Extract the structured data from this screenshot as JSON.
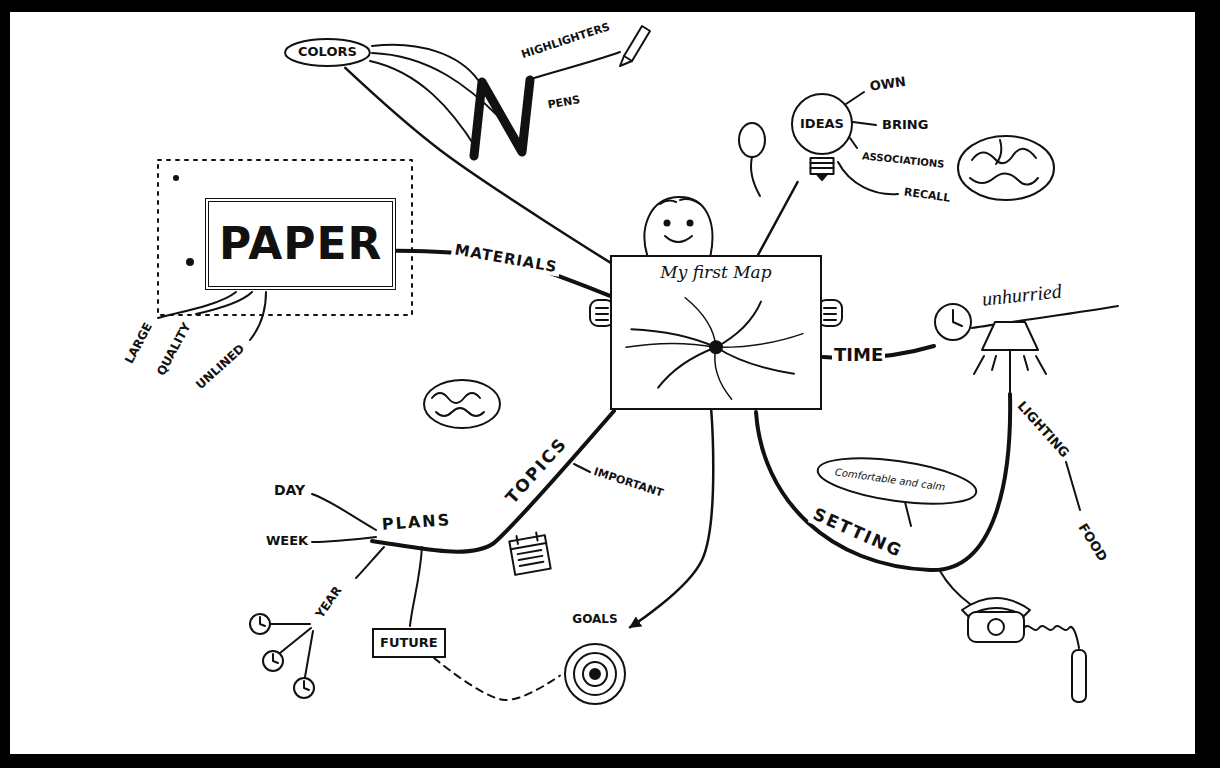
{
  "diagram": {
    "nodes": [
      {
        "text": [
          "My first Map"
        ]
      },
      {
        "text": [
          "PAPER"
        ]
      },
      {
        "text": [
          "COLORS"
        ]
      },
      {
        "text": [
          "IDEAS"
        ]
      },
      {
        "text": [
          "FUTURE"
        ]
      },
      {
        "text": [
          "GOALS"
        ]
      }
    ],
    "edges": [
      {
        "from": 0,
        "to": 1,
        "label": "MATERIALS",
        "arrow": "none"
      },
      {
        "from": 0,
        "to": 2,
        "arrow": "none"
      },
      {
        "from": 0,
        "to": 3,
        "arrow": "none"
      },
      {
        "from": 0,
        "to": 5,
        "arrow": "to"
      },
      {
        "from": 4,
        "to": 5,
        "arrow": "none"
      }
    ],
    "labels": [
      "LARGE",
      "QUALITY",
      "UNLINED",
      "HIGHLIGHTERS",
      "PENS",
      "OWN",
      "BRING",
      "ASSOCIATIONS",
      "RECALL",
      "TIME",
      "unhurried",
      "SETTING",
      "Comfortable and calm",
      "LIGHTING",
      "FOOD",
      "TOPICS",
      "IMPORTANT",
      "PLANS",
      "DAY",
      "WEEK",
      "YEAR"
    ]
  }
}
